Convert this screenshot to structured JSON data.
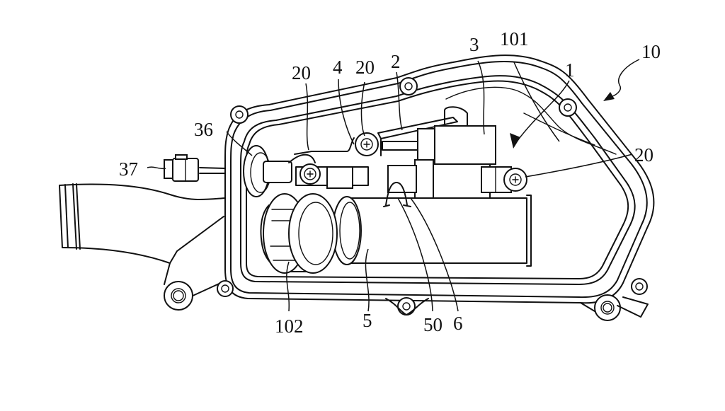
{
  "figure": {
    "type": "patent-drawing",
    "ink_color": "#111111",
    "background_color": "#ffffff"
  },
  "labels": {
    "assembly": "10",
    "device": "1",
    "part_2": "2",
    "part_3": "3",
    "part_4": "4",
    "pipe_5": "5",
    "part_6": "6",
    "screw_20_left": "20",
    "screw_20_mid": "20",
    "screw_20_right": "20",
    "connector_36": "36",
    "plug_37": "37",
    "part_50": "50",
    "chamber_101": "101",
    "filter_102": "102"
  }
}
